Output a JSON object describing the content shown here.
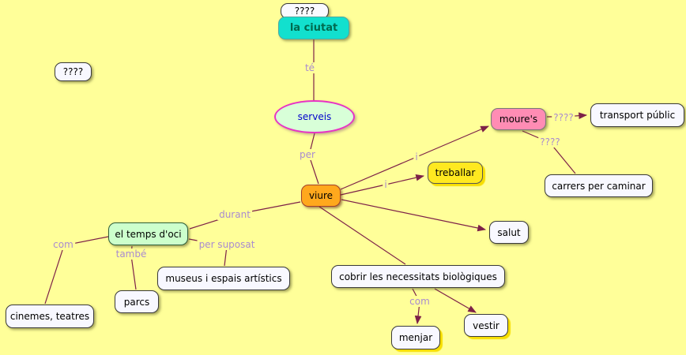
{
  "canvas": {
    "background_color": "#FFFF99",
    "line_color": "#7D2148",
    "link_label_color": "#A98BD0"
  },
  "colors": {
    "la_ciutat_fill": "#12E0CE",
    "la_ciutat_text": "#006B4F",
    "serveis_fill": "#D8FFD8",
    "serveis_border": "#E833C5",
    "serveis_text": "#0000CC",
    "viure_fill": "#FFA81D",
    "moures_fill": "#FF8CB4",
    "treballar_fill": "#FFE920",
    "temps_oci_fill": "#CCFFCC",
    "plain_node_fill": "#F8F8FF"
  },
  "nodes": {
    "unknown_top": {
      "label": "????"
    },
    "la_ciutat": {
      "label": "la ciutat"
    },
    "unknown_left": {
      "label": "????"
    },
    "serveis": {
      "label": "serveis"
    },
    "viure": {
      "label": "viure"
    },
    "moures": {
      "label": "moure's"
    },
    "transport_public": {
      "label": "transport públic"
    },
    "carrers_per_caminar": {
      "label": "carrers per caminar"
    },
    "treballar": {
      "label": "treballar"
    },
    "salut": {
      "label": "salut"
    },
    "temps_oci": {
      "label": "el temps d'oci"
    },
    "museus": {
      "label": "museus i espais artístics"
    },
    "parcs": {
      "label": "parcs"
    },
    "cinemes_teatres": {
      "label": "cinemes, teatres"
    },
    "cobrir_necessitats": {
      "label": "cobrir les necessitats biològiques"
    },
    "menjar": {
      "label": "menjar"
    },
    "vestir": {
      "label": "vestir"
    }
  },
  "link_labels": {
    "te": {
      "label": "té"
    },
    "per": {
      "label": "per"
    },
    "i_moures": {
      "label": "i"
    },
    "i_treballar": {
      "label": "i"
    },
    "unknown_transport": {
      "label": "????"
    },
    "unknown_carrers": {
      "label": "????"
    },
    "durant": {
      "label": "durant"
    },
    "com_oci": {
      "label": "com"
    },
    "tambe": {
      "label": "també"
    },
    "per_suposat": {
      "label": "per suposat"
    },
    "com_necessitats": {
      "label": "com"
    }
  }
}
